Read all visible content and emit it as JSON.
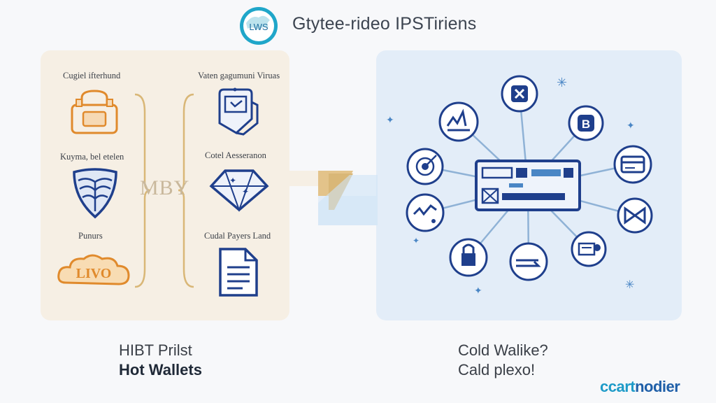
{
  "header": {
    "logo_text": "LWS",
    "title": "Gtytee-rideo IPSTiriens"
  },
  "left_panel": {
    "col1_labels": [
      "Cugiel ifterhund",
      "Kuyma, bel etelen",
      "Punurs"
    ],
    "col2_labels": [
      "Vaten gagumuni Viruas",
      "Cotel Aesseranon",
      "Cudal Payers Land"
    ],
    "bracket_text": "MBY",
    "badge_text": "LIVO",
    "icons": [
      "lock-icon",
      "shield-icon",
      "cloud-badge-icon",
      "phone-icon",
      "diamond-icon",
      "document-icon"
    ]
  },
  "right_panel": {
    "hub_icon": "hardware-wallet-icon",
    "satellites": [
      "security-icon",
      "chart-icon",
      "coin-b-icon",
      "target-icon",
      "card-icon",
      "transfer-icon",
      "server-icon",
      "lock-icon",
      "arrow-icon",
      "safe-icon"
    ]
  },
  "captions": {
    "hot_line1": "HIBT Prilst",
    "hot_line2": "Hot Wallets",
    "cold_line1": "Cold Walike?",
    "cold_line2": "Cald plexo!"
  },
  "brand": {
    "part1": "ccart",
    "part2": "nodier"
  },
  "colors": {
    "orange": "#e08a2c",
    "navy": "#1f3f8c",
    "tan": "#d9b777",
    "light_blue": "#cfe4f6"
  }
}
